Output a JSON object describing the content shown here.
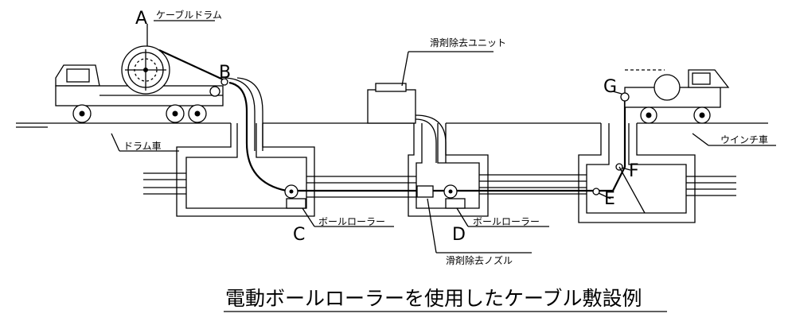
{
  "title": "電動ボールローラーを使用したケーブル敷設例",
  "labels": {
    "A": "A",
    "A_text": "ケーブルドラム",
    "B": "B",
    "C": "C",
    "C_text": "ボールローラー",
    "D": "D",
    "D_text": "ボールローラー",
    "E": "E",
    "F": "F",
    "G": "G",
    "drum_truck": "ドラム車",
    "lube_unit": "滑剤除去ユニット",
    "lube_nozzle": "滑剤除去ノズル",
    "winch_truck": "ウインチ車"
  }
}
